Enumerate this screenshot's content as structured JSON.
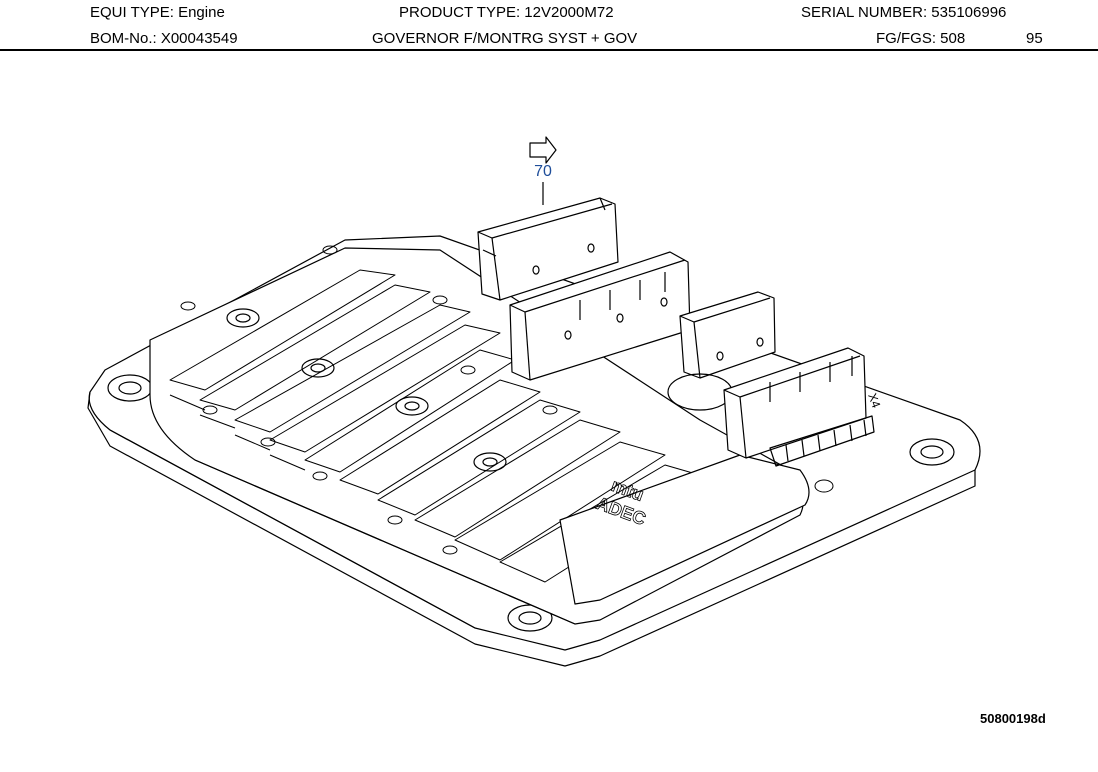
{
  "header": {
    "equi_type": "EQUI TYPE:  Engine",
    "product_type": "PRODUCT TYPE:  12V2000M72",
    "serial_number": "SERIAL NUMBER:  535106996",
    "bom_no": "BOM-No.:  X00043549",
    "description": "GOVERNOR F/MONTRG SYST + GOV",
    "fg_fgs": "FG/FGS:  508",
    "page": "95"
  },
  "diagram": {
    "callout_number": "70",
    "housing_marking_line1": "mtu",
    "housing_marking_line2": "ADEC",
    "connector_marking": "X4",
    "drawing_number": "50800198d"
  },
  "colors": {
    "callout": "#1f4e9a",
    "line": "#000000",
    "background": "#ffffff"
  }
}
